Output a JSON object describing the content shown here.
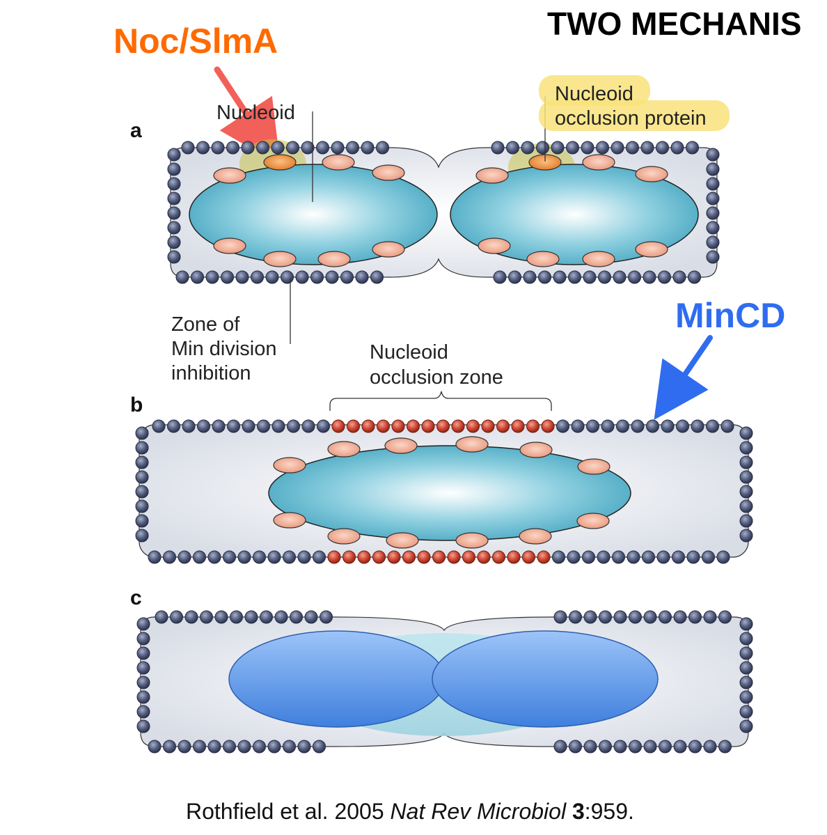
{
  "title": "TWO MECHANIS",
  "annotations": {
    "noc_slma": "Noc/SlmA",
    "mincd": "MinCD"
  },
  "panels": {
    "a": "a",
    "b": "b",
    "c": "c"
  },
  "labels": {
    "nucleoid": "Nucleoid",
    "nop_line1": "Nucleoid",
    "nop_line2": "occlusion protein",
    "zone_line1": "Zone of",
    "zone_line2": "Min division",
    "zone_line3": "inhibition",
    "noz_line1": "Nucleoid",
    "noz_line2": "occlusion zone"
  },
  "citation": {
    "authors": "Rothfield et al. 2005 ",
    "journal": "Nat Rev Microbiol",
    "volume": " 3",
    "pages": ":959."
  },
  "colors": {
    "noc_text": "#ff6a00",
    "noc_arrow": "#f2605a",
    "mincd": "#2f6cf0",
    "membrane_bead": "#4a5270",
    "red_bead": "#c9412f",
    "nucleoid": "#5cb4cc",
    "nop_protein": "#f0b49a",
    "highlight_yellow": "#f8e27a",
    "cell_fill": "#e1e4ec",
    "daughter_nucleoid": "#5b95e6"
  }
}
